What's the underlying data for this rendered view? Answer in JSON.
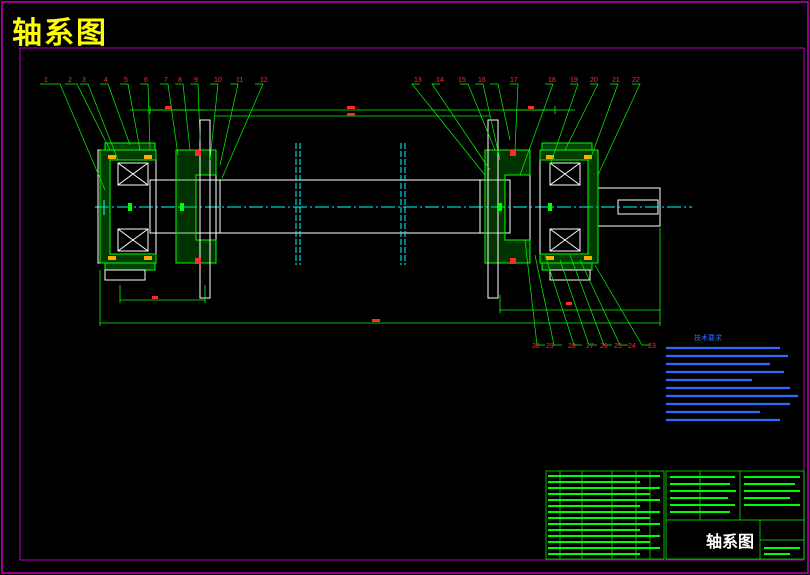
{
  "drawing": {
    "title": "轴系图",
    "tech_requirements_title": "技术要求",
    "title_block_name": "轴系图"
  },
  "part_numbers_top": [
    "1",
    "2",
    "3",
    "4",
    "5",
    "6",
    "7",
    "8",
    "9",
    "10",
    "11",
    "12",
    "13",
    "14",
    "15",
    "16",
    "17",
    "18",
    "19",
    "20",
    "21",
    "22"
  ],
  "part_numbers_bottom": [
    "23",
    "24",
    "25",
    "26",
    "27",
    "28",
    "29",
    "30"
  ],
  "colors": {
    "background": "#000000",
    "frame": "#c000c0",
    "outline": "#ffffff",
    "section": "#00ff00",
    "centerline": "#00ffff",
    "dimension": "#00ff00",
    "balloon": "#ff2a2a",
    "notes": "#2f6bff",
    "title": "#ffff00"
  }
}
